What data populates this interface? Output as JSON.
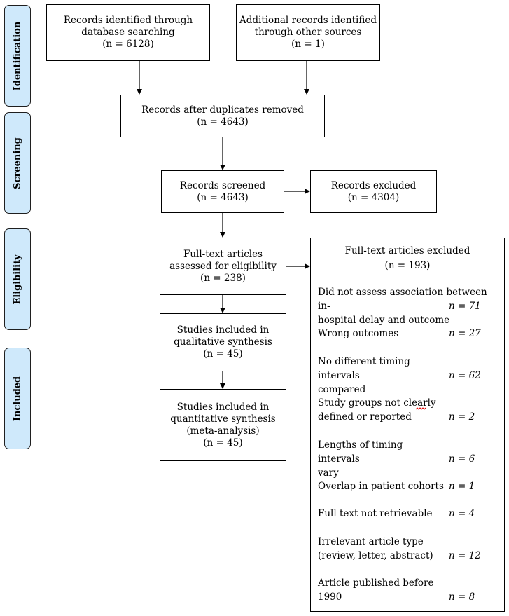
{
  "phases": [
    "Identification",
    "Screening",
    "Eligibility",
    "Included"
  ],
  "boxes": {
    "db_search": [
      "Records identified through",
      "database searching",
      "(n = 6128)"
    ],
    "other_sources": [
      "Additional records identified",
      "through other sources",
      "(n = 1)"
    ],
    "after_duplicates": [
      "Records after duplicates removed",
      "(n = 4643)"
    ],
    "screened": [
      "Records screened",
      "(n = 4643)"
    ],
    "excluded": [
      "Records excluded",
      "(n = 4304)"
    ],
    "fulltext": [
      "Full-text articles",
      "assessed for eligibility",
      "(n = 238)"
    ],
    "qualitative": [
      "Studies included in",
      "qualitative synthesis",
      "(n = 45)"
    ],
    "quantitative": [
      "Studies included in",
      "quantitative synthesis",
      "(meta-analysis)",
      "(n = 45)"
    ]
  },
  "fulltext_excluded": {
    "title": "Full-text articles excluded",
    "count": "(n = 193)",
    "reasons": [
      {
        "lines": [
          "Did not assess association between in-",
          "hospital delay and outcome"
        ],
        "n": "n = 71"
      },
      {
        "lines": [
          "Wrong outcomes"
        ],
        "n": "n = 27"
      },
      {
        "lines": [
          "No different timing intervals",
          "compared"
        ],
        "n": "n = 62"
      },
      {
        "lines": [
          "Study groups not clearly",
          "defined or reported"
        ],
        "n": "n = 2"
      },
      {
        "lines": [
          "Lengths of timing intervals",
          "vary"
        ],
        "n": "n = 6"
      },
      {
        "lines": [
          "Overlap in patient cohorts"
        ],
        "n": "n = 1"
      },
      {
        "lines": [
          "Full text not retrievable"
        ],
        "n": "n = 4"
      },
      {
        "lines": [
          "Irrelevant article type",
          "(review, letter, abstract)"
        ],
        "n": "n = 12"
      },
      {
        "lines": [
          "Article published before",
          "1990"
        ],
        "n": "n = 8"
      }
    ]
  }
}
